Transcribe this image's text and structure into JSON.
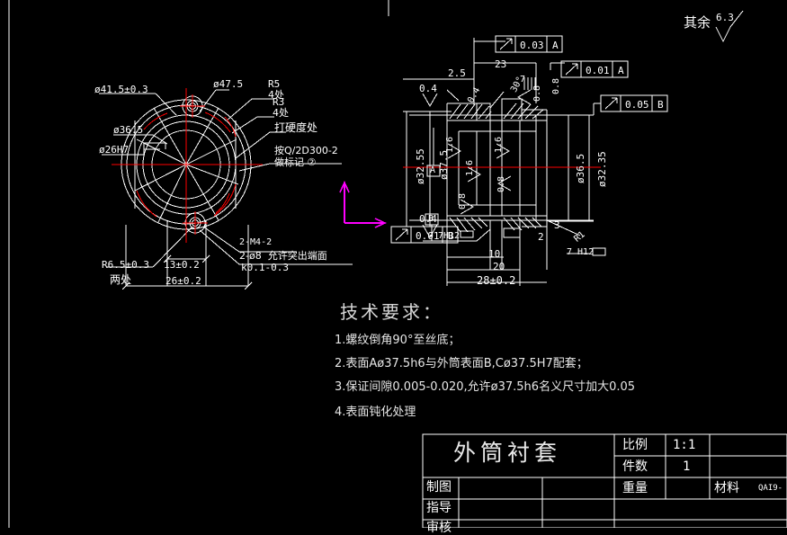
{
  "app": {
    "kind": "cad-drawing",
    "background": "#000000",
    "line_color": "#ffffff",
    "center_line_color": "#ff0000",
    "ucs_color": "#ff00ff"
  },
  "sheet": {
    "overall_note_label": "其余",
    "overall_note_value": "6.3"
  },
  "front_view": {
    "labels": [
      {
        "id": "d41_5",
        "text": "ø41.5±0.3"
      },
      {
        "id": "d36_5",
        "text": "ø36.5"
      },
      {
        "id": "d26h7",
        "text": "ø26H7"
      },
      {
        "id": "d47_5",
        "text": "ø47.5"
      },
      {
        "id": "r5",
        "text": "R5"
      },
      {
        "id": "r5_qty",
        "text": "4处"
      },
      {
        "id": "r3",
        "text": "R3"
      },
      {
        "id": "r3_qty",
        "text": "4处"
      },
      {
        "id": "hard",
        "text": "打硬度处"
      },
      {
        "id": "mark1",
        "text": "按Q/2D300-2"
      },
      {
        "id": "mark2",
        "text": "做标记 ②"
      },
      {
        "id": "r65",
        "text": "R6.5±0.3"
      },
      {
        "id": "r65_qty",
        "text": "两处"
      },
      {
        "id": "w13",
        "text": "13±0.2"
      },
      {
        "id": "w26",
        "text": "26±0.2"
      },
      {
        "id": "m4",
        "text": "2-M4-2"
      },
      {
        "id": "d8",
        "text": "2-ø8  允许突出端面"
      },
      {
        "id": "k01",
        "text": "k0.1-0.3"
      }
    ]
  },
  "section_view": {
    "gdt_frames": [
      {
        "id": "gdt_003a",
        "symbol": "⤢",
        "value": "0.03",
        "datum": "A"
      },
      {
        "id": "gdt_001a",
        "symbol": "⤢",
        "value": "0.01",
        "datum": "A"
      },
      {
        "id": "gdt_005b",
        "symbol": "⤢",
        "value": "0.05",
        "datum": "B"
      },
      {
        "id": "gdt_001b",
        "symbol": "⤢",
        "value": "0.01",
        "datum": "B"
      }
    ],
    "dims": [
      {
        "id": "dim_2_5",
        "text": "2.5"
      },
      {
        "id": "dim_23",
        "text": "23"
      },
      {
        "id": "dim_d3255",
        "text": "ø32.55"
      },
      {
        "id": "dim_d375",
        "text": "ø37.5"
      },
      {
        "id": "dim_d365",
        "text": "ø36.5"
      },
      {
        "id": "dim_d3235",
        "text": "ø32.35"
      },
      {
        "id": "dim_10",
        "text": "10"
      },
      {
        "id": "dim_20",
        "text": "20"
      },
      {
        "id": "dim_28",
        "text": "28±0.2"
      },
      {
        "id": "dim_2",
        "text": "2"
      },
      {
        "id": "dim_3",
        "text": "3"
      },
      {
        "id": "dim_7h12_l",
        "text": "7H12"
      },
      {
        "id": "dim_7h12_r",
        "text": "7 H12"
      },
      {
        "id": "dim_r1",
        "text": "R1"
      },
      {
        "id": "dim_7",
        "text": "7"
      }
    ],
    "roughness": [
      {
        "id": "ra_04_a",
        "text": "0.4"
      },
      {
        "id": "ra_04_b",
        "text": "0.4"
      },
      {
        "id": "ra_04_c",
        "text": "0.4"
      },
      {
        "id": "ra_16_a",
        "text": "1.6"
      },
      {
        "id": "ra_16_b",
        "text": "1.6"
      },
      {
        "id": "ra_16_c",
        "text": "1.6"
      },
      {
        "id": "ra_08_a",
        "text": "0.8"
      },
      {
        "id": "ra_08_b",
        "text": "0.8"
      },
      {
        "id": "ra_08_c",
        "text": "0.8"
      },
      {
        "id": "ra_08_d",
        "text": "0.8"
      },
      {
        "id": "ra_30",
        "text": "30°"
      }
    ],
    "datums": [
      {
        "id": "datum_a",
        "text": "A"
      },
      {
        "id": "datum_b",
        "text": "B"
      }
    ]
  },
  "tech_requirements": {
    "title": "技术要求：",
    "items": [
      "1.螺纹倒角90°至丝底；",
      "2.表面Aø37.5h6与外筒表面B,Cø37.5H7配套；",
      "3.保证间隙0.005-0.020,允许ø37.5h6名义尺寸加大0.05",
      "4.表面钝化处理"
    ]
  },
  "title_block": {
    "part_name": "外筒衬套",
    "scale_label": "比例",
    "scale_value": "1:1",
    "qty_label": "件数",
    "qty_value": "1",
    "weight_label": "重量",
    "weight_value": "",
    "material_label": "材料",
    "material_value": "QAI9-",
    "rows": [
      {
        "label": "制图",
        "name": "",
        "date": ""
      },
      {
        "label": "指导",
        "name": "",
        "date": ""
      },
      {
        "label": "审核",
        "name": "",
        "date": ""
      }
    ]
  }
}
